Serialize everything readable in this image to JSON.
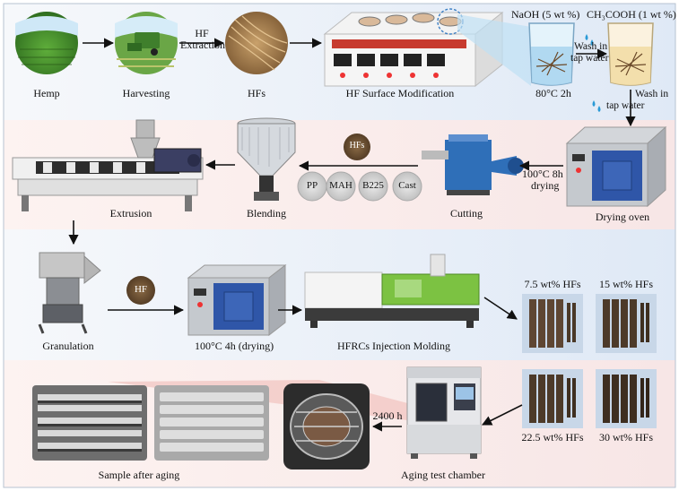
{
  "stages": {
    "hemp": "Hemp",
    "harvesting": "Harvesting",
    "hf_extraction_1": "HF",
    "hf_extraction_2": "Extraction",
    "hfs": "HFs",
    "surface_mod": "HF Surface Modification",
    "naoh": "NaOH (5 wt %)",
    "ch3cooh": "CH₃COOH (1 wt %)",
    "wash1_1": "Wash in",
    "wash1_2": "tap water",
    "wash2_1": "Wash in",
    "wash2_2": "tap water",
    "temp_80": "80°C 2h",
    "drying_oven": "Drying oven",
    "drying_cond_1": "100°C 8h",
    "drying_cond_2": "drying",
    "cutting": "Cutting",
    "blending": "Blending",
    "extrusion": "Extrusion",
    "granulation": "Granulation",
    "hf_ball": "HF",
    "drying_100_4h": "100°C 4h (drying)",
    "injection": "HFRCs Injection Molding",
    "aging_chamber": "Aging test chamber",
    "aging_time": "2400 h",
    "sample_after_aging": "Sample after aging"
  },
  "ingredients": {
    "hfs": "HFs",
    "pp": "PP",
    "mah": "MAH",
    "b225": "B225",
    "cast": "Cast"
  },
  "samples": {
    "s1": "7.5 wt% HFs",
    "s2": "15 wt% HFs",
    "s3": "22.5 wt% HFs",
    "s4": "30 wt% HFs"
  },
  "colors": {
    "band1": "#e9f0f8",
    "band2": "#fbeeee",
    "band3": "#e9f0f8",
    "band4": "#fbeeee",
    "arrow": "#111111",
    "oven_blue": "#2f56a8",
    "hemp_green": "#3f8a2a",
    "fiber": "#a9814f",
    "machine_green": "#7cc242"
  }
}
